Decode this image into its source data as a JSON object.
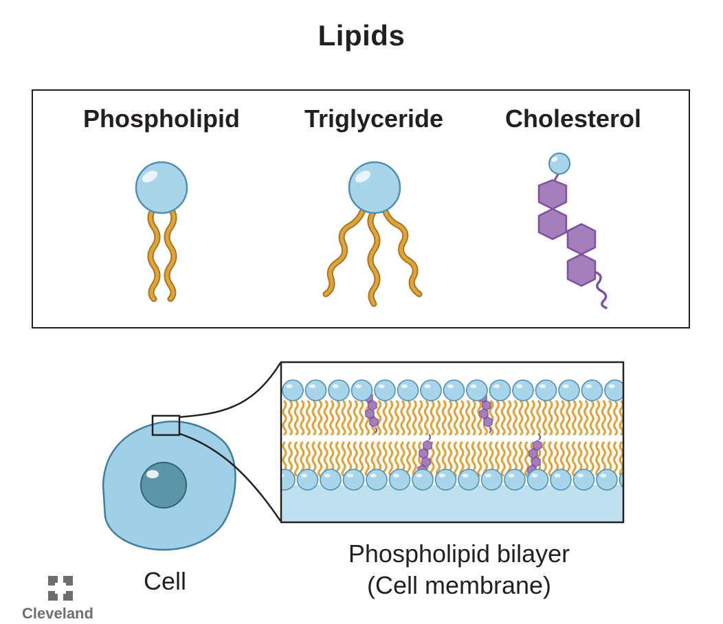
{
  "title": "Lipids",
  "lipids": [
    {
      "label": "Phospholipid"
    },
    {
      "label": "Triglyceride"
    },
    {
      "label": "Cholesterol"
    }
  ],
  "cell_caption": "Cell",
  "bilayer_caption_line1": "Phospholipid bilayer",
  "bilayer_caption_line2": "(Cell membrane)",
  "logo_text": "Cleveland",
  "colors": {
    "head": "#a9d5ea",
    "head_stroke": "#4e8fb2",
    "tail": "#e0a43a",
    "tail_stroke": "#a8741e",
    "cholesterol": "#a57fbc",
    "cholesterol_stroke": "#7d4fa0",
    "cell": "#9fd0e8",
    "nucleus": "#5a96a8",
    "logo": "#6d6e71"
  }
}
